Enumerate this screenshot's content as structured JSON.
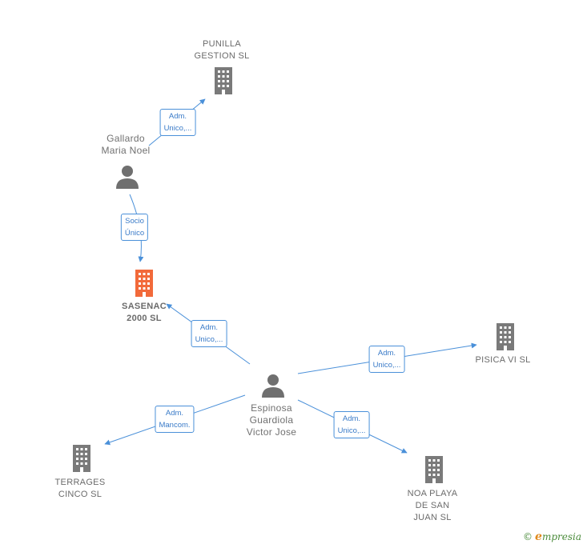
{
  "colors": {
    "edge": "#4a90d9",
    "company_icon": "#7a7a7a",
    "focus_icon": "#f26a3a",
    "person_icon": "#6f6f6f",
    "edge_text": "#3a7bc8"
  },
  "nodes": {
    "punilla": {
      "name": "PUNILLA\nGESTION  SL",
      "icon": "building-icon"
    },
    "gallardo": {
      "name": "Gallardo\nMaria Noel",
      "icon": "person-icon"
    },
    "sasenac": {
      "name": "SASENAC\n2000  SL",
      "icon": "building-icon"
    },
    "espinosa": {
      "name": "Espinosa\nGuardiola\nVictor Jose",
      "icon": "person-icon"
    },
    "pisica": {
      "name": "PISICA VI SL",
      "icon": "building-icon"
    },
    "terrages": {
      "name": "TERRAGES\nCINCO SL",
      "icon": "building-icon"
    },
    "noa": {
      "name": "NOA PLAYA\nDE SAN\nJUAN  SL",
      "icon": "building-icon"
    }
  },
  "edges": {
    "gallardo_punilla": {
      "line1": "Adm.",
      "line2": "Unico,..."
    },
    "gallardo_sasenac": {
      "line1": "Socio",
      "line2": "Único"
    },
    "espinosa_sasenac": {
      "line1": "Adm.",
      "line2": "Unico,..."
    },
    "espinosa_pisica": {
      "line1": "Adm.",
      "line2": "Unico,..."
    },
    "espinosa_terrages": {
      "line1": "Adm.",
      "line2": "Mancom."
    },
    "espinosa_noa": {
      "line1": "Adm.",
      "line2": "Unico,..."
    }
  },
  "footer": {
    "copyright": "©",
    "brand_initial": "e",
    "brand_rest": "mpresia"
  }
}
